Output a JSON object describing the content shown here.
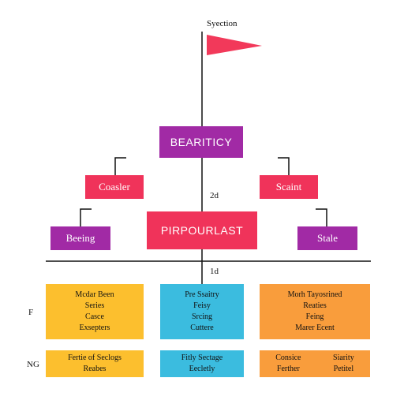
{
  "header": {
    "flag_label": "Syection"
  },
  "nodes": {
    "top": {
      "label": "BEARITICY",
      "color": "#a12aa5"
    },
    "left_mid": {
      "label": "Coasler",
      "color": "#f0335a"
    },
    "right_mid": {
      "label": "Scaint",
      "color": "#f0335a"
    },
    "center": {
      "label": "PIRPOURLAST",
      "color": "#f0335a"
    },
    "left_low": {
      "label": "Beeing",
      "color": "#a12aa5"
    },
    "right_low": {
      "label": "Stale",
      "color": "#a12aa5"
    }
  },
  "annotations": {
    "upper_mark": "2d",
    "lower_mark": "1d"
  },
  "row_labels": {
    "row1": "F",
    "row2": "NG"
  },
  "cards_row1": {
    "yellow": {
      "l1": "Mcdar Been",
      "l2": "Series",
      "l3": "Casce",
      "l4": "Exsepters",
      "color": "#fcbf2e"
    },
    "blue": {
      "l1": "Pre Ssaitry",
      "l2": "Feisy",
      "l3": "Srcing",
      "l4": "Cuttere",
      "color": "#3bbcdf"
    },
    "orange": {
      "l1": "Morh Tayosrined",
      "l2": "Reaties",
      "l3": "Feing",
      "l4": "Marer Ecent",
      "color": "#f99d3c"
    }
  },
  "cards_row2": {
    "yellow": {
      "l1": "Fertie of Seclogs",
      "l2": "Reabes",
      "color": "#fcbf2e"
    },
    "blue": {
      "l1": "Fitly Sectage",
      "l2": "Eecletly",
      "color": "#3bbcdf"
    },
    "orange": {
      "a1": "Consice",
      "a2": "Ferther",
      "b1": "Siarity",
      "b2": "Petitel",
      "color": "#f99d3c"
    }
  },
  "colors": {
    "flag": "#f2395a",
    "line": "#111111"
  }
}
